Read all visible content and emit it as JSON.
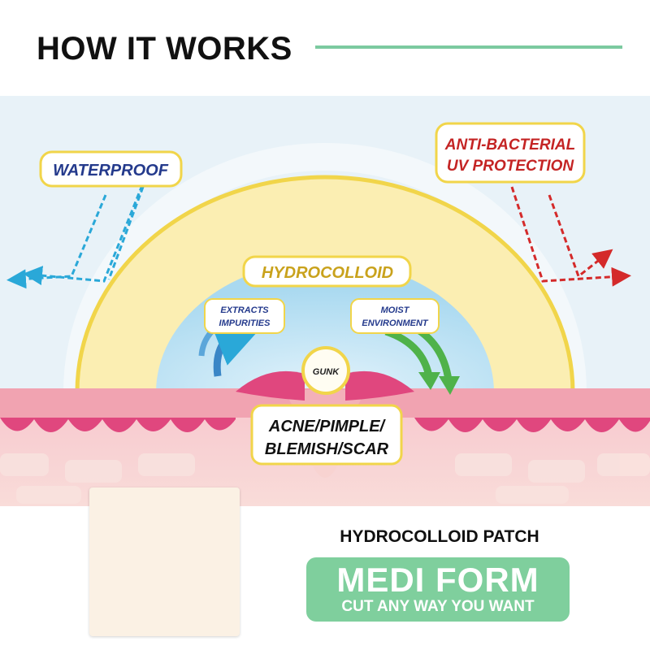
{
  "header": {
    "title": "HOW IT WORKS"
  },
  "diagram": {
    "labels": {
      "waterproof": "WATERPROOF",
      "antibacterial_line1": "ANTI-BACTERIAL",
      "antibacterial_line2": "UV PROTECTION",
      "hydrocolloid": "HYDROCOLLOID",
      "extracts_line1": "EXTRACTS",
      "extracts_line2": "IMPURITIES",
      "moist_line1": "MOIST",
      "moist_line2": "ENVIRONMENT",
      "gunk": "GUNK",
      "acne_line1": "ACNE/PIMPLE/",
      "acne_line2": "BLEMISH/SCAR"
    },
    "colors": {
      "sky": "#e6f1f8",
      "hydrocolloid_layer": "#fbeeb2",
      "hydrocolloid_border": "#f1d54a",
      "inner_dome": "#bfe3f4",
      "skin": "#f4b4bd",
      "skin_wave": "#e0477e",
      "waterproof_arrow": "#2aa8d8",
      "antibacterial_arrow": "#d42a2a",
      "extract_arrow": "#3a86c6",
      "moist_arrow": "#4fb24a"
    }
  },
  "product": {
    "patch_label": "HYDROCOLLOID PATCH",
    "brand": "MEDI FORM",
    "tagline": "CUT ANY WAY YOU WANT",
    "colors": {
      "brand_box": "#7fcf9d",
      "patch": "#fbf1e4"
    }
  }
}
